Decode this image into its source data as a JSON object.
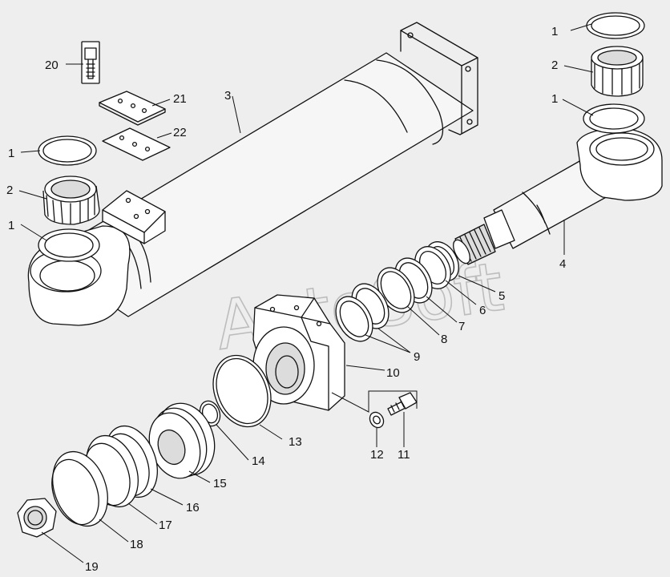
{
  "watermark": "AutoSoft",
  "callouts": [
    {
      "key": "c1a",
      "text": "1"
    },
    {
      "key": "c2a",
      "text": "2"
    },
    {
      "key": "c1b",
      "text": "1"
    },
    {
      "key": "c20",
      "text": "20"
    },
    {
      "key": "c21",
      "text": "21"
    },
    {
      "key": "c22",
      "text": "22"
    },
    {
      "key": "c3",
      "text": "3"
    },
    {
      "key": "c1c",
      "text": "1"
    },
    {
      "key": "c2b",
      "text": "2"
    },
    {
      "key": "c1d",
      "text": "1"
    },
    {
      "key": "c4",
      "text": "4"
    },
    {
      "key": "c5",
      "text": "5"
    },
    {
      "key": "c6",
      "text": "6"
    },
    {
      "key": "c7",
      "text": "7"
    },
    {
      "key": "c8",
      "text": "8"
    },
    {
      "key": "c9",
      "text": "9"
    },
    {
      "key": "c10",
      "text": "10"
    },
    {
      "key": "c11",
      "text": "11"
    },
    {
      "key": "c12",
      "text": "12"
    },
    {
      "key": "c13",
      "text": "13"
    },
    {
      "key": "c14",
      "text": "14"
    },
    {
      "key": "c15",
      "text": "15"
    },
    {
      "key": "c16",
      "text": "16"
    },
    {
      "key": "c17",
      "text": "17"
    },
    {
      "key": "c18",
      "text": "18"
    },
    {
      "key": "c19",
      "text": "19"
    }
  ]
}
